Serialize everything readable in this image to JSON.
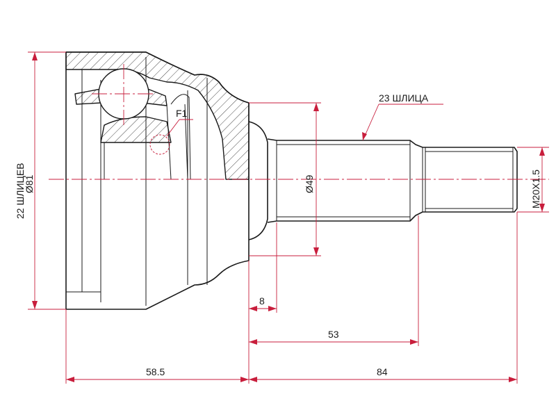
{
  "labels": {
    "outer_splines": "22 ШЛИЦЕВ",
    "outer_diameter": "Ø81",
    "f1": "F1",
    "inner_splines": "23 ШЛИЦА",
    "shaft_diameter": "Ø49",
    "thread": "M20X1.5",
    "dim_8": "8",
    "dim_53": "53",
    "dim_58_5": "58.5",
    "dim_84": "84"
  },
  "colors": {
    "dimension": "#c81e3c",
    "outline": "#1a1a1a"
  }
}
